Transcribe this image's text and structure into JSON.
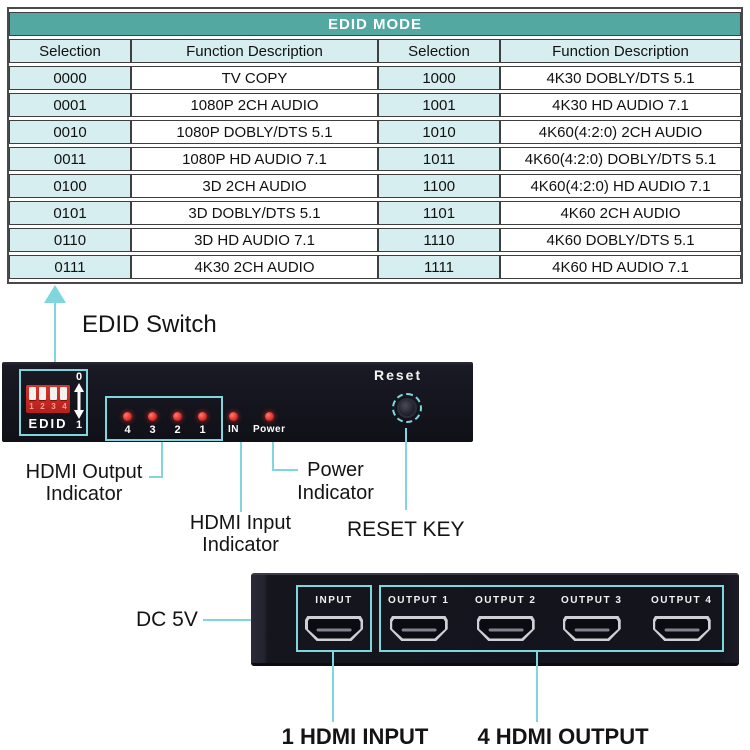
{
  "colors": {
    "accent_cyan": "#7fd6dd",
    "table_teal": "#53a9a2",
    "table_light": "#d6eeef",
    "led_red": "#e23128",
    "panel_black": "#15151e"
  },
  "table": {
    "title": "EDID MODE",
    "headers": [
      "Selection",
      "Function Description",
      "Selection",
      "Function Description"
    ],
    "rows": [
      [
        "0000",
        "TV COPY",
        "1000",
        "4K30 DOBLY/DTS 5.1"
      ],
      [
        "0001",
        "1080P 2CH AUDIO",
        "1001",
        "4K30 HD AUDIO 7.1"
      ],
      [
        "0010",
        "1080P DOBLY/DTS 5.1",
        "1010",
        "4K60(4:2:0) 2CH AUDIO"
      ],
      [
        "0011",
        "1080P HD AUDIO 7.1",
        "1011",
        "4K60(4:2:0) DOBLY/DTS 5.1"
      ],
      [
        "0100",
        "3D 2CH AUDIO",
        "1100",
        "4K60(4:2:0) HD AUDIO 7.1"
      ],
      [
        "0101",
        "3D DOBLY/DTS 5.1",
        "1101",
        "4K60 2CH AUDIO"
      ],
      [
        "0110",
        "3D HD AUDIO 7.1",
        "1110",
        "4K60 DOBLY/DTS 5.1"
      ],
      [
        "0111",
        "4K30 2CH AUDIO",
        "1111",
        "4K60 HD AUDIO 7.1"
      ]
    ]
  },
  "annotations": {
    "edid_switch": "EDID Switch",
    "hdmi_output_indicator": "HDMI Output Indicator",
    "hdmi_input_indicator": "HDMI Input Indicator",
    "power_indicator": "Power Indicator",
    "reset_key": "RESET KEY",
    "dc_5v": "DC 5V",
    "hdmi_input_count": "1 HDMI INPUT",
    "hdmi_output_count": "4 HDMI OUTPUT"
  },
  "front_panel": {
    "dip": {
      "numbers": [
        "1",
        "2",
        "3",
        "4"
      ],
      "label": "EDID",
      "switch_top": "0",
      "switch_bottom": "1"
    },
    "output_leds": [
      "4",
      "3",
      "2",
      "1"
    ],
    "in_led": "IN",
    "power_led": "Power",
    "reset": "Reset"
  },
  "rear_panel": {
    "ports": [
      "INPUT",
      "OUTPUT 1",
      "OUTPUT 2",
      "OUTPUT 3",
      "OUTPUT 4"
    ]
  }
}
